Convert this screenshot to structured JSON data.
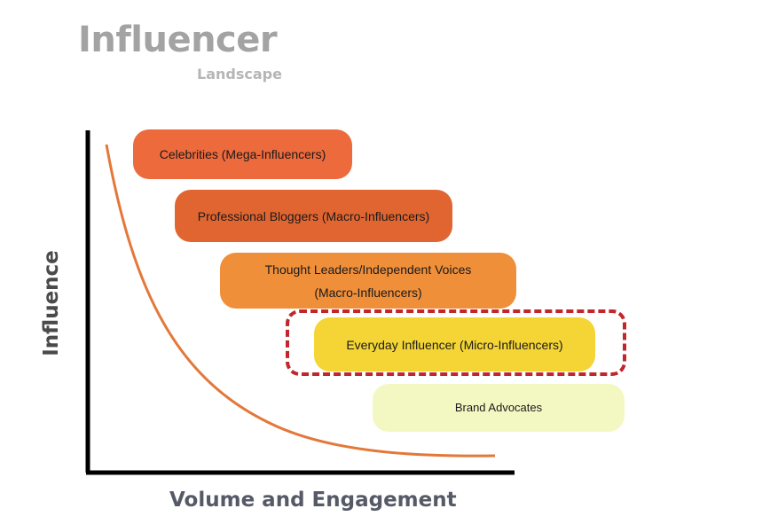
{
  "title": "Influencer",
  "subtitle": "Landscape",
  "axes": {
    "y_label": "Influence",
    "x_label": "Volume and Engagement"
  },
  "tiers": [
    {
      "label": "Celebrities (Mega-Influencers)",
      "color": "#ec6a3c"
    },
    {
      "label": "Professional Bloggers (Macro-Influencers)",
      "color": "#e06530"
    },
    {
      "line1": "Thought Leaders/Independent Voices",
      "line2": "(Macro-Influencers)",
      "color": "#f08f3a"
    },
    {
      "label": "Everyday Influencer (Micro-Influencers)",
      "color": "#f4d535"
    },
    {
      "label": "Brand Advocates",
      "color": "#f3f8c3"
    }
  ],
  "highlight_color": "#c0262c",
  "curve_color": "#e3783a"
}
